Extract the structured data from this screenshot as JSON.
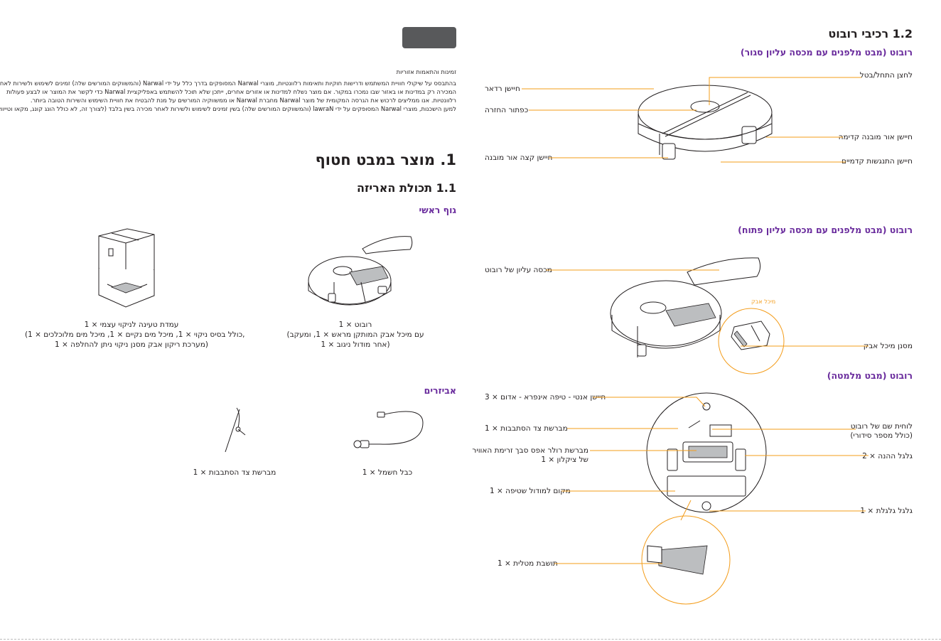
{
  "left_page": {
    "intro_heading": "זמינות והתאמות אזוריות",
    "intro_lines": [
      "בהתבסס על שיקולי חוויית המשתמש ודרישות חוקיות ותאימות רלוונטיות, מוצרי Narwal המסופקים בדרך כלל על ידי Narwal (והמשווקים המורשים שלה) זמינים לשימוש ולשירות לאחר",
      "המכירה רק במדינות או באזור שבו נמכרו במקור. אם מוצר נשלח למדינות או אזורים אחרים, ייתכן שלא תוכל להשתמש באפליקציית Narwal כדי לקשר את המוצר או לבצע פעולות",
      "רלוונטיות. אנו ממליצים לרכוש את הגרסה המקומית של מוצר Narwal מחברת Narwal או ממשווקיה המורשים על מנת להבטיח את חוויית השימוש והשירות הטובה ביותר.",
      "למען הישכנות, מוצרי Narwal המסופקים על ידי lawraN (והמשווקים המורשים שלה) בשין זמינים לשימוש ולשירות לאחר מכירה בשין בלבד (לצורך זה, לא כולל הונג קונג, מקאו וטייוואן)."
    ],
    "section_title": "1. מוצר במבט חטוף",
    "subsection_title": "1.1 תכולת האריזה",
    "main_body_heading": "גוף ראשי",
    "robot_caption": [
      "רובוט × 1",
      "(עם מיכל אבק המותקן מראש × 1, ומעקב",
      "אחר מודול ניגוב × 1)"
    ],
    "dock_caption": [
      "עמדת טעינה לניקוי עצמי × 1",
      "(כולל בסיס ניקוי × 1, מיכל מים נקיים × 1, מיכל מים מלוכלכים × 1,",
      "מערכת ריקון אבק    מסנן ניקוי ניתן להחלפה × 1)"
    ],
    "accessories_heading": "אביזרים",
    "cable_caption": "כבל חשמל × 1",
    "side_brush_caption": "מברשת צד הסתבבות × 1"
  },
  "right_page": {
    "title": "1.2 רכיבי רובוט",
    "closed_heading": "רובוט (מבט מלפנים עם מכסה עליון סגור)",
    "closed_labels": {
      "power_button": "לחצן התחל/בטל",
      "radar": "חיישן רדאר",
      "home_button": "כפתור החזרה",
      "front_light_sensor": "חיישן אור מובנה קדימה",
      "edge_light_sensor": "חיישן קצה אור מובנה",
      "bumper_sensor": "חיישן התנגשות קדמיים"
    },
    "open_heading": "רובוט (מבט מלפנים עם מכסה עליון פתוח)",
    "open_labels": {
      "top_cover": "מכסה עליון של רובוט",
      "dust_bin_small": "מיכל אבק",
      "dust_filter": "מסנן מיכל אבק"
    },
    "bottom_heading": "רובוט (מבט מלמטה)",
    "bottom_labels": {
      "cliff_sensor": "חיישן אנטי - טיפה אינפרא - אדום × 3",
      "side_brush": "מברשת צד הסתבבות × 1",
      "roller_brush": [
        "מברשת רולר אפס סבך זרימת האוויר",
        "של ציקלון × 1"
      ],
      "mop_slot": "מקום למודול שטיפה × 1",
      "nameplate": [
        "לוחית שם של רובוט",
        "(כולל מספר סידורי)"
      ],
      "drive_wheels": "גלגל ההנה × 2",
      "caster_wheel": "גלגל גלגלת × 1",
      "mop_bracket": "תושבת מטלית × 1"
    }
  },
  "colors": {
    "heading_purple": "#6a2c9d",
    "leader_orange": "#f39c1a",
    "tab_gray": "#58595b"
  }
}
